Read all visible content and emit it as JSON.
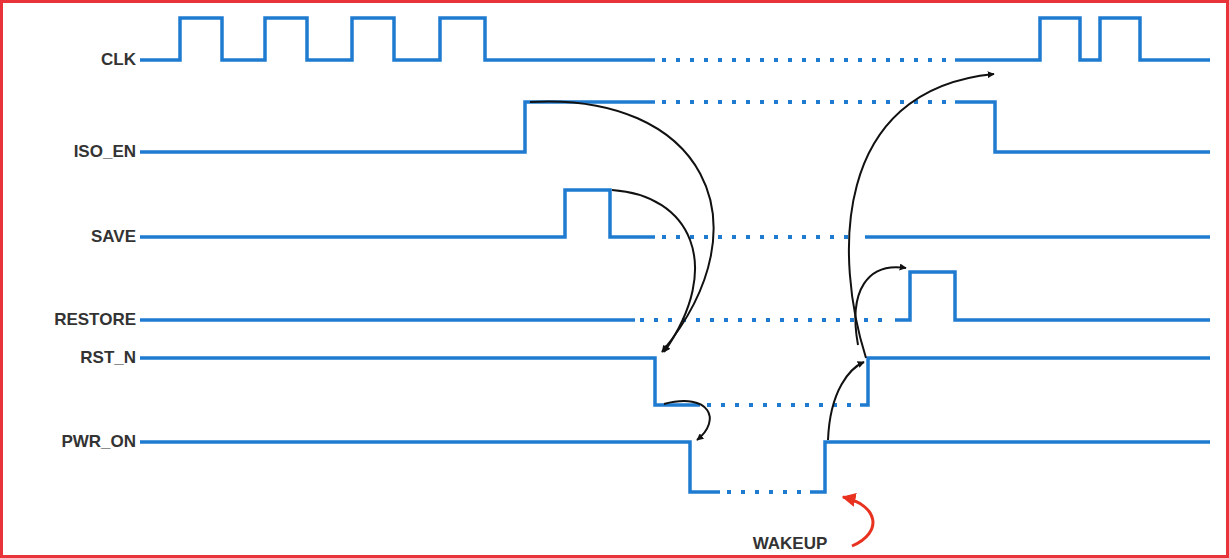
{
  "diagram": {
    "labels": [
      "CLK",
      "ISO_EN",
      "SAVE",
      "RESTORE",
      "RST_N",
      "PWR_ON",
      "WAKEUP"
    ]
  }
}
